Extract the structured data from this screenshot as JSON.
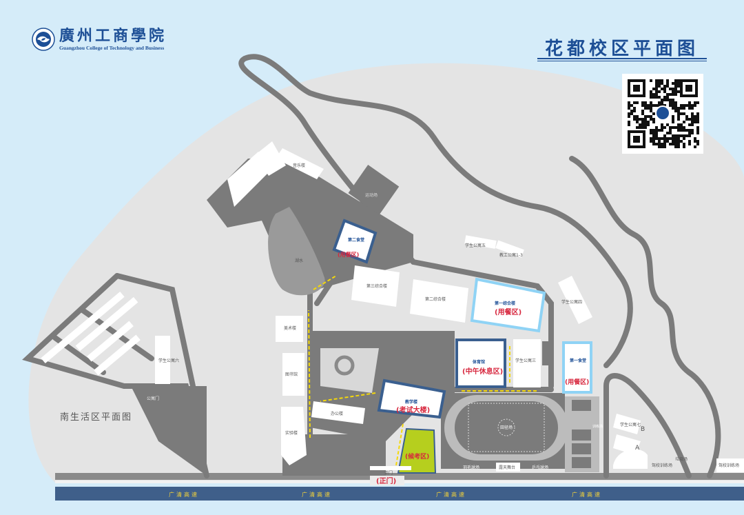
{
  "header": {
    "logo_name": "廣州工商學院",
    "logo_english": "Guangzhou College of Technology and Business",
    "title": "花都校区平面图"
  },
  "colors": {
    "background": "#d5ecf9",
    "campus": "#e4e4e4",
    "road": "#7b7b7b",
    "highlight_building_border": "#3a5f8f",
    "light_blue_border": "#8fd3f5",
    "dining_label": "#d7263d",
    "waiting_area": "#b6cf1e",
    "route_arrow": "#f5d90a",
    "highway": "#3f5f8a"
  },
  "highway": {
    "label": "广清高速"
  },
  "north_campus": {
    "buildings": {
      "third_complex": "第三综合楼",
      "second_complex": "第二综合楼",
      "first_complex": "第一综合楼",
      "first_complex_note": "(用餐区)",
      "second_canteen": "第二食堂",
      "second_canteen_note": "(用餐区)",
      "gym": "体育馆",
      "gym_note": "(中午休息区)",
      "first_canteen": "第一食堂",
      "first_canteen_note": "(用餐区)",
      "teaching": "教学楼",
      "teaching_note": "(考试大楼)",
      "waiting_area": "(候考区)",
      "main_gate_small": "正门",
      "main_gate": "(正门)",
      "office": "办公楼",
      "library": "图书馆",
      "art": "美术楼",
      "lab": "实验楼",
      "lake": "湖水",
      "music": "音乐楼",
      "stadium_hall": "运动场",
      "track_field": "田径场",
      "badminton": "羽毛球场",
      "stage": "露天舞台",
      "pingpong": "乒乓球场",
      "training": "训练场",
      "dorm5": "学生公寓五",
      "staff_apartments": "教工公寓1-3",
      "dorm4": "学生公寓四",
      "dorm3": "学生公寓三",
      "dorm6": "学生公寓六",
      "dorm7": "学生公寓七",
      "dorm7_a": "A",
      "dorm7_b": "B",
      "driving_school_1": "驾校训练场",
      "garbage": "垃圾场",
      "driving_school_2": "驾校训练场"
    }
  },
  "south_campus": {
    "title": "南生活区平面图",
    "gate": "公寓门",
    "dorm": "学生公寓六"
  }
}
